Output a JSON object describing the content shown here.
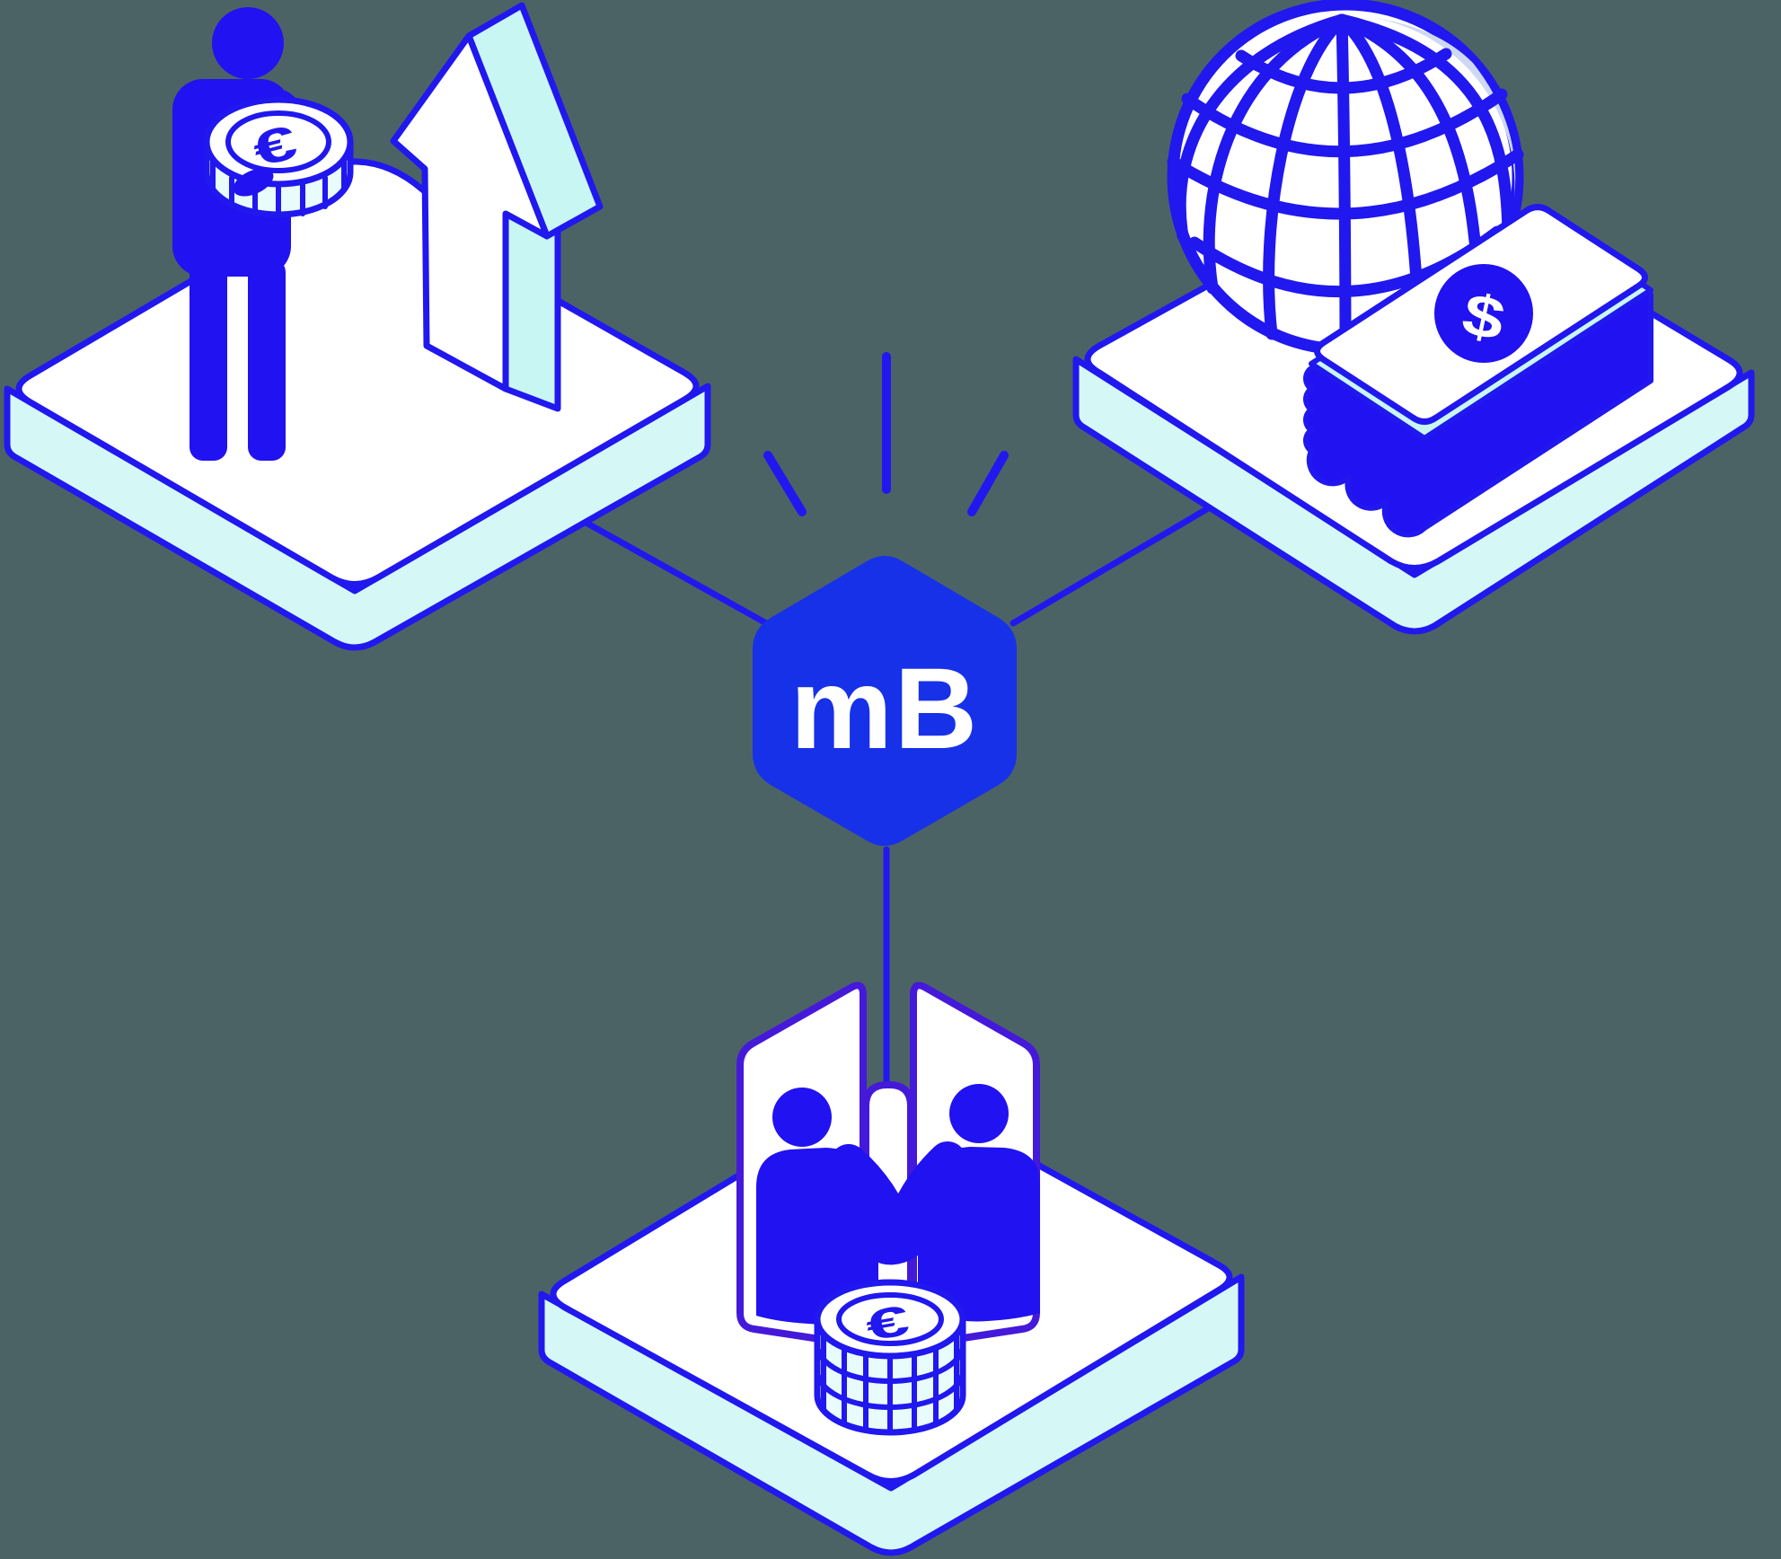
{
  "palette": {
    "background": "#4c6366",
    "line": "#2018ee",
    "panel_line": "#4519da",
    "solid": "#2112f1",
    "hex": "#1731e9",
    "side": "#d5f7f6",
    "arrow_side": "#c8f6f3",
    "shade": "#ccd8f4",
    "rim": "#e9fcfc",
    "white": "#ffffff"
  },
  "hub": {
    "label": "mB"
  },
  "currency": {
    "euro": "€",
    "dollar": "$"
  },
  "nodes": [
    {
      "id": "growth",
      "icons": [
        "person-euro-coin-icon",
        "up-arrow-icon"
      ]
    },
    {
      "id": "global-money",
      "icons": [
        "globe-icon",
        "dollar-bill-stack-icon"
      ]
    },
    {
      "id": "agreement",
      "icons": [
        "handshake-icon",
        "euro-coin-stack-icon"
      ]
    }
  ]
}
